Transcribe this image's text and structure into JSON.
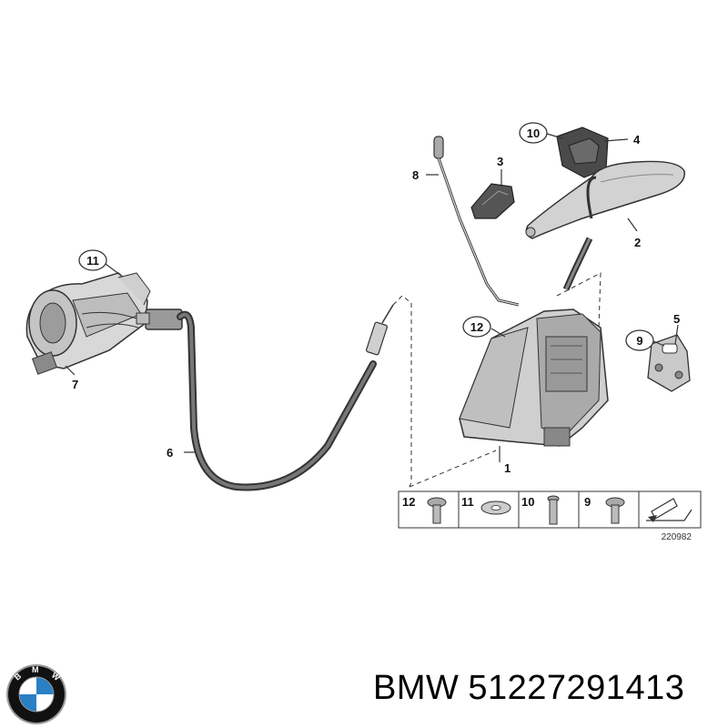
{
  "callouts": {
    "c1": "1",
    "c2": "2",
    "c3": "3",
    "c4": "4",
    "c5": "5",
    "c6": "6",
    "c7": "7",
    "c8": "8",
    "c9": "9",
    "c10": "10",
    "c11": "11",
    "c12": "12"
  },
  "legend": {
    "items": [
      {
        "number": "12",
        "part": "screw"
      },
      {
        "number": "11",
        "part": "washer"
      },
      {
        "number": "10",
        "part": "bolt"
      },
      {
        "number": "9",
        "part": "screw"
      }
    ]
  },
  "drawing_number": "220982",
  "footer": {
    "brand": "BMW",
    "part_number": "51227291413"
  },
  "logo": {
    "letters": "BMW",
    "colors": {
      "blue": "#2b7fc3",
      "white": "#ffffff",
      "black": "#111111",
      "ring": "#9a9a9a"
    }
  }
}
